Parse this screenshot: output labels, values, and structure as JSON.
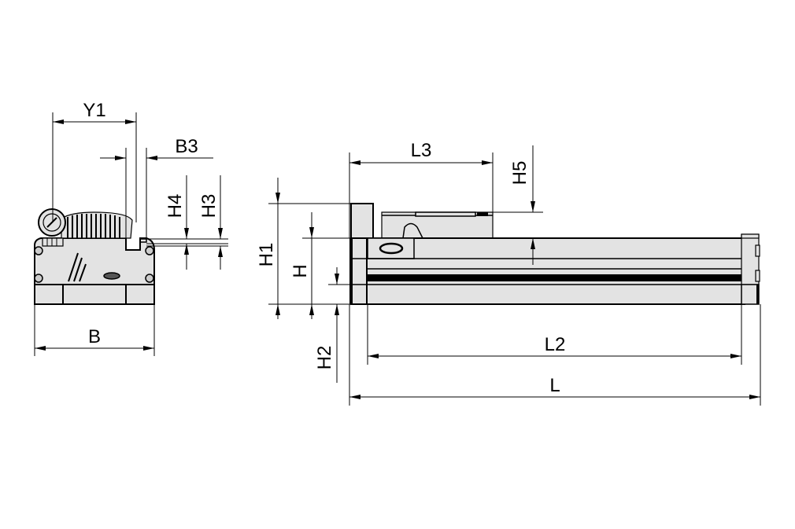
{
  "drawing": {
    "type": "technical dimension drawing",
    "subject": "linear axis with carriage and motor",
    "colors": {
      "part_fill": "#e3e3e3",
      "line": "#000000",
      "background": "#ffffff"
    }
  },
  "side_view": {
    "labels": {
      "Y1": "Y1",
      "B3": "B3",
      "H4": "H4",
      "H3": "H3",
      "B": "B"
    }
  },
  "front_view": {
    "labels": {
      "L3": "L3",
      "H5": "H5",
      "H1": "H1",
      "H": "H",
      "H2": "H2",
      "L2": "L2",
      "L": "L"
    }
  }
}
